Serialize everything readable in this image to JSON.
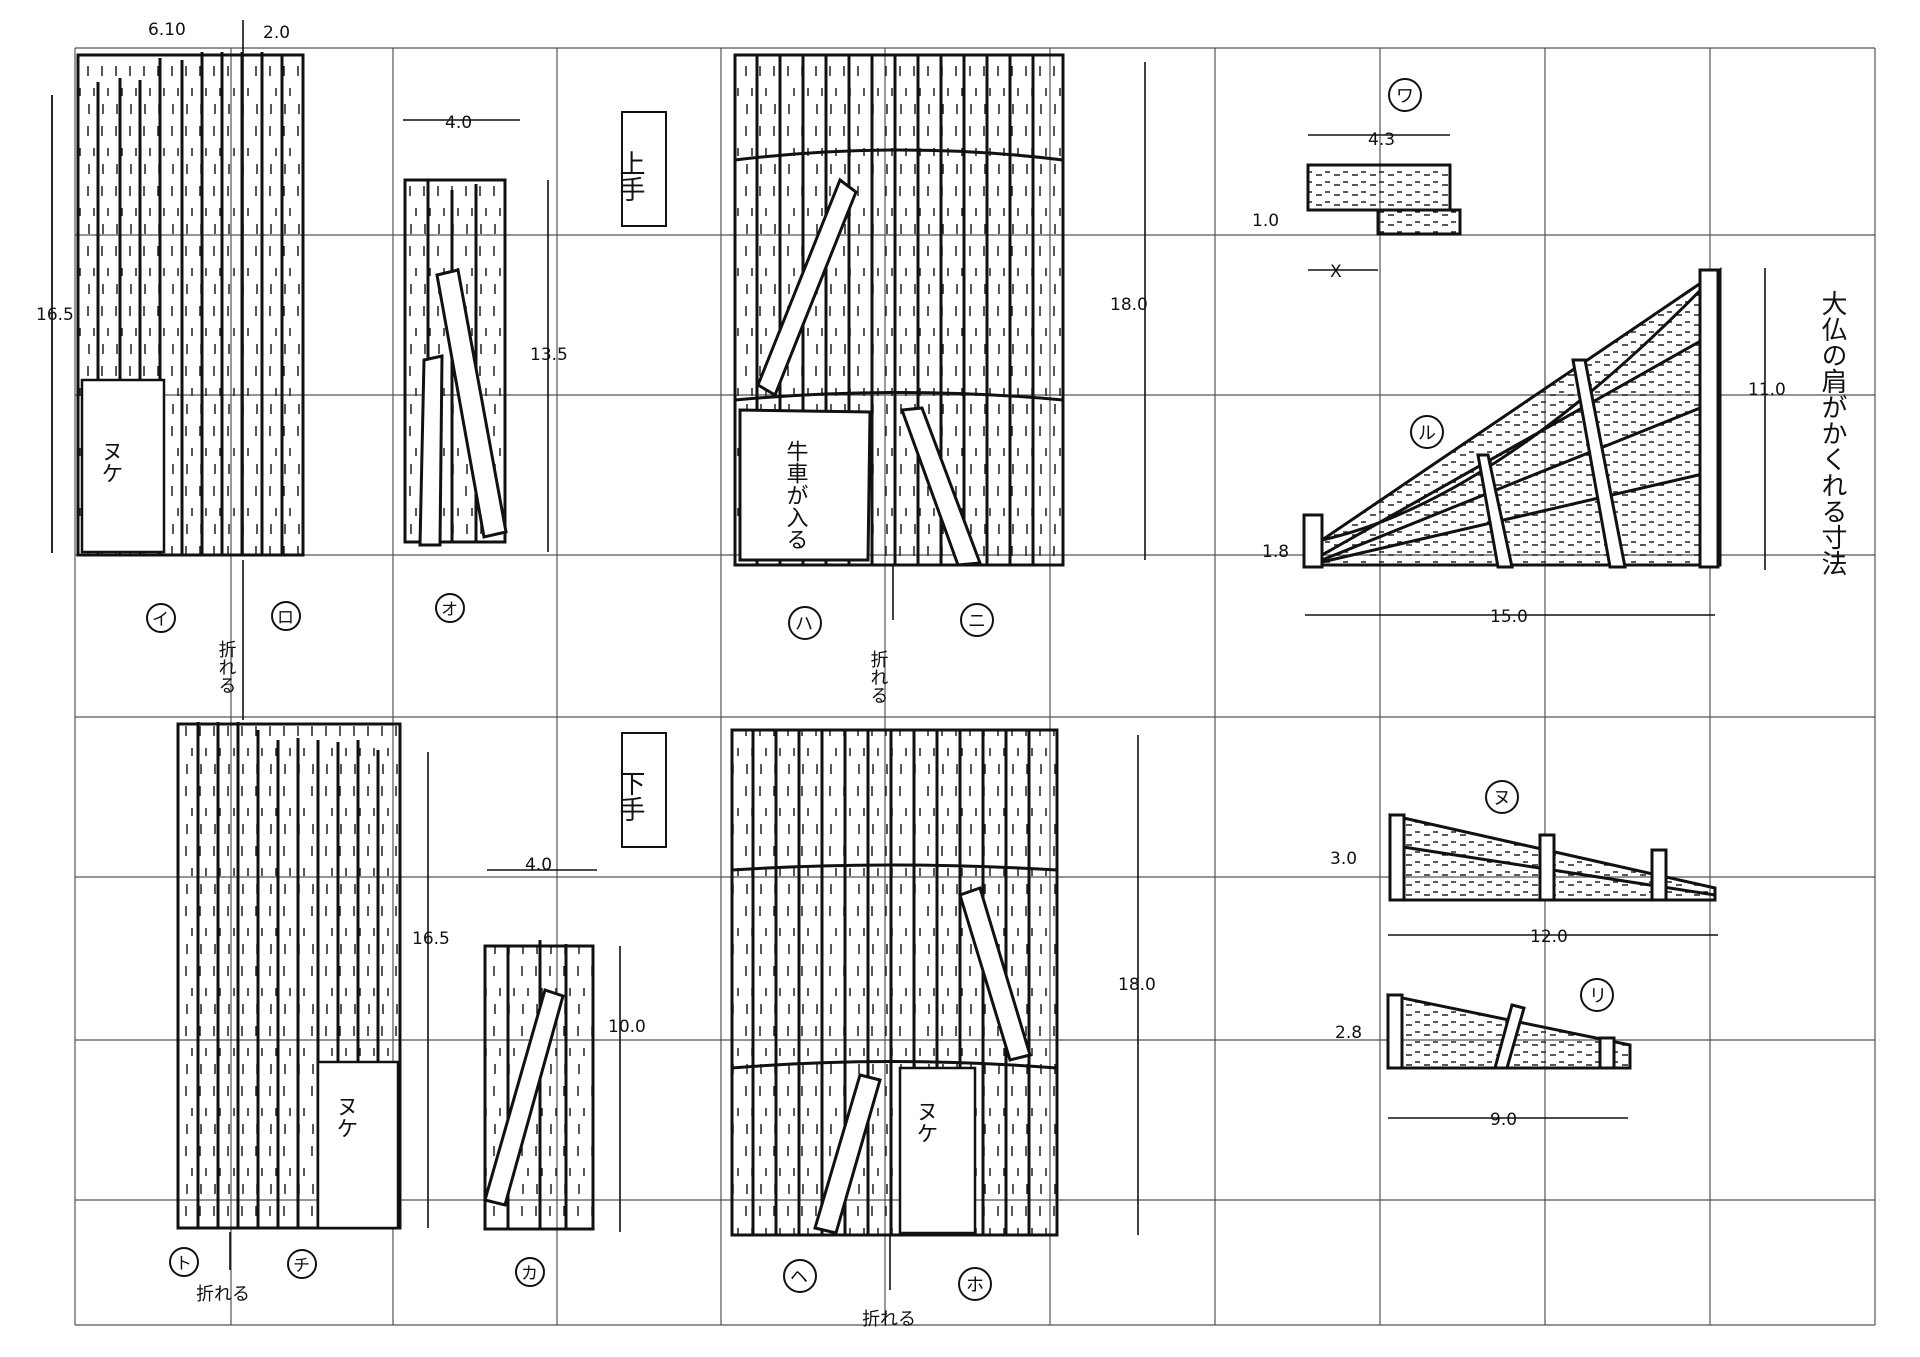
{
  "sheet": {
    "top_label": "上手",
    "bottom_label": "下手"
  },
  "panels": {
    "i": {
      "marker": "イ"
    },
    "ro": {
      "marker": "ロ"
    },
    "o": {
      "marker": "オ",
      "width": "4.0",
      "height": "13.5"
    },
    "ha": {
      "marker": "ハ",
      "text": "牛車が入る"
    },
    "ni": {
      "marker": "ニ",
      "height": "18.0"
    },
    "to": {
      "marker": "ト",
      "hole": "ヌケ"
    },
    "chi": {
      "marker": "チ",
      "height": "16.5"
    },
    "ka": {
      "marker": "カ",
      "width": "4.0",
      "height": "10.0"
    },
    "he": {
      "marker": "ヘ",
      "hole": "ヌケ"
    },
    "ho": {
      "marker": "ホ",
      "height": "18.0"
    },
    "wa": {
      "marker": "ワ",
      "width": "4.3",
      "height": "1.0",
      "var": "X"
    },
    "ru": {
      "marker": "ル",
      "width": "15.0",
      "height": "11.0",
      "small": "1.8",
      "note": "大仏の肩がかくれる寸法"
    },
    "nu": {
      "marker": "ヌ",
      "width": "12.0",
      "height": "3.0"
    },
    "ri": {
      "marker": "リ",
      "width": "9.0",
      "height": "2.8"
    }
  },
  "top_left": {
    "dim1": "6.10",
    "dim2": "2.0",
    "height": "16.5",
    "hole": "ヌケ",
    "fold": "折れる"
  },
  "fold_labels": {
    "center_top": "折れる",
    "left_bottom": "折れる",
    "center_bottom": "折れる"
  }
}
